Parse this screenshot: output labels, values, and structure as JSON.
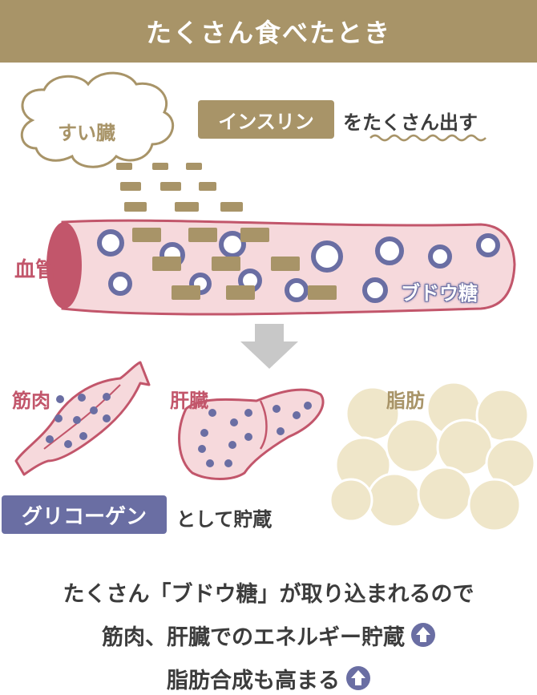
{
  "header": {
    "title": "たくさん食べたとき"
  },
  "pancreas": {
    "label": "すい臓"
  },
  "insulin": {
    "tag": "インスリン",
    "suffix": "をたくさん出す"
  },
  "vessel": {
    "label": "血管",
    "glucose_label": "ブドウ糖"
  },
  "organs": {
    "muscle": "筋肉",
    "liver": "肝臓",
    "fat": "脂肪"
  },
  "glycogen": {
    "tag": "グリコーゲン",
    "suffix": "として貯蔵"
  },
  "summary": {
    "line1": "たくさん「ブドウ糖」が取り込まれるので",
    "line2": "筋肉、肝臓でのエネルギー貯蔵",
    "line3": "脂肪合成も高まる"
  },
  "colors": {
    "brown": "#a89468",
    "pink": "#c2566b",
    "blue": "#6a6ea3",
    "vessel_fill": "#f6d9dc",
    "fat_fill": "#efe6c9"
  }
}
